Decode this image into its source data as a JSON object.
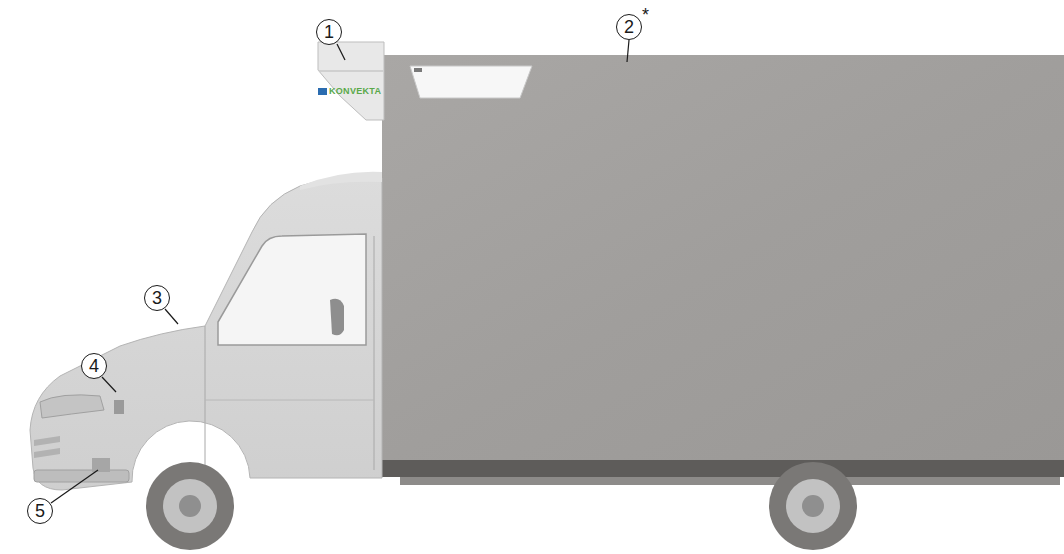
{
  "diagram": {
    "nodes": [
      {
        "text": [
          "1"
        ]
      },
      {
        "text": [
          "2",
          "*"
        ]
      },
      {
        "text": [
          "3"
        ]
      },
      {
        "text": [
          "4"
        ]
      },
      {
        "text": [
          "5"
        ]
      }
    ],
    "labels": [
      "KONVEKTA"
    ]
  }
}
